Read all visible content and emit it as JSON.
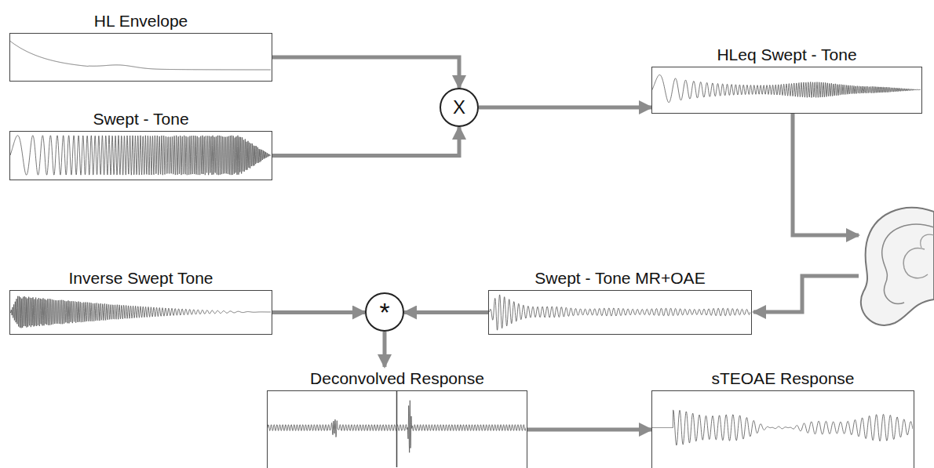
{
  "diagram": {
    "nodes": [
      {
        "text": [
          "HL Envelope"
        ]
      },
      {
        "text": [
          "X"
        ]
      },
      {
        "text": [
          "HLeq Swept - Tone"
        ]
      },
      {
        "text": [
          "Swept - Tone"
        ]
      },
      {
        "text": [
          "Inverse Swept Tone"
        ]
      },
      {
        "text": [
          "*"
        ]
      },
      {
        "text": [
          "Swept - Tone MR+OAE"
        ]
      },
      {
        "text": [
          "Deconvolved Response"
        ]
      },
      {
        "text": [
          "sTEOAE Response"
        ]
      }
    ],
    "edges": [
      {
        "from": 0,
        "to": 1,
        "arrow": "to"
      },
      {
        "from": 3,
        "to": 1,
        "arrow": "to"
      },
      {
        "from": 1,
        "to": 2,
        "arrow": "to"
      },
      {
        "from": 6,
        "to": 5,
        "arrow": "to"
      },
      {
        "from": 4,
        "to": 5,
        "arrow": "to"
      },
      {
        "from": 5,
        "to": 7,
        "arrow": "to"
      },
      {
        "from": 7,
        "to": 8,
        "arrow": "to"
      }
    ]
  }
}
